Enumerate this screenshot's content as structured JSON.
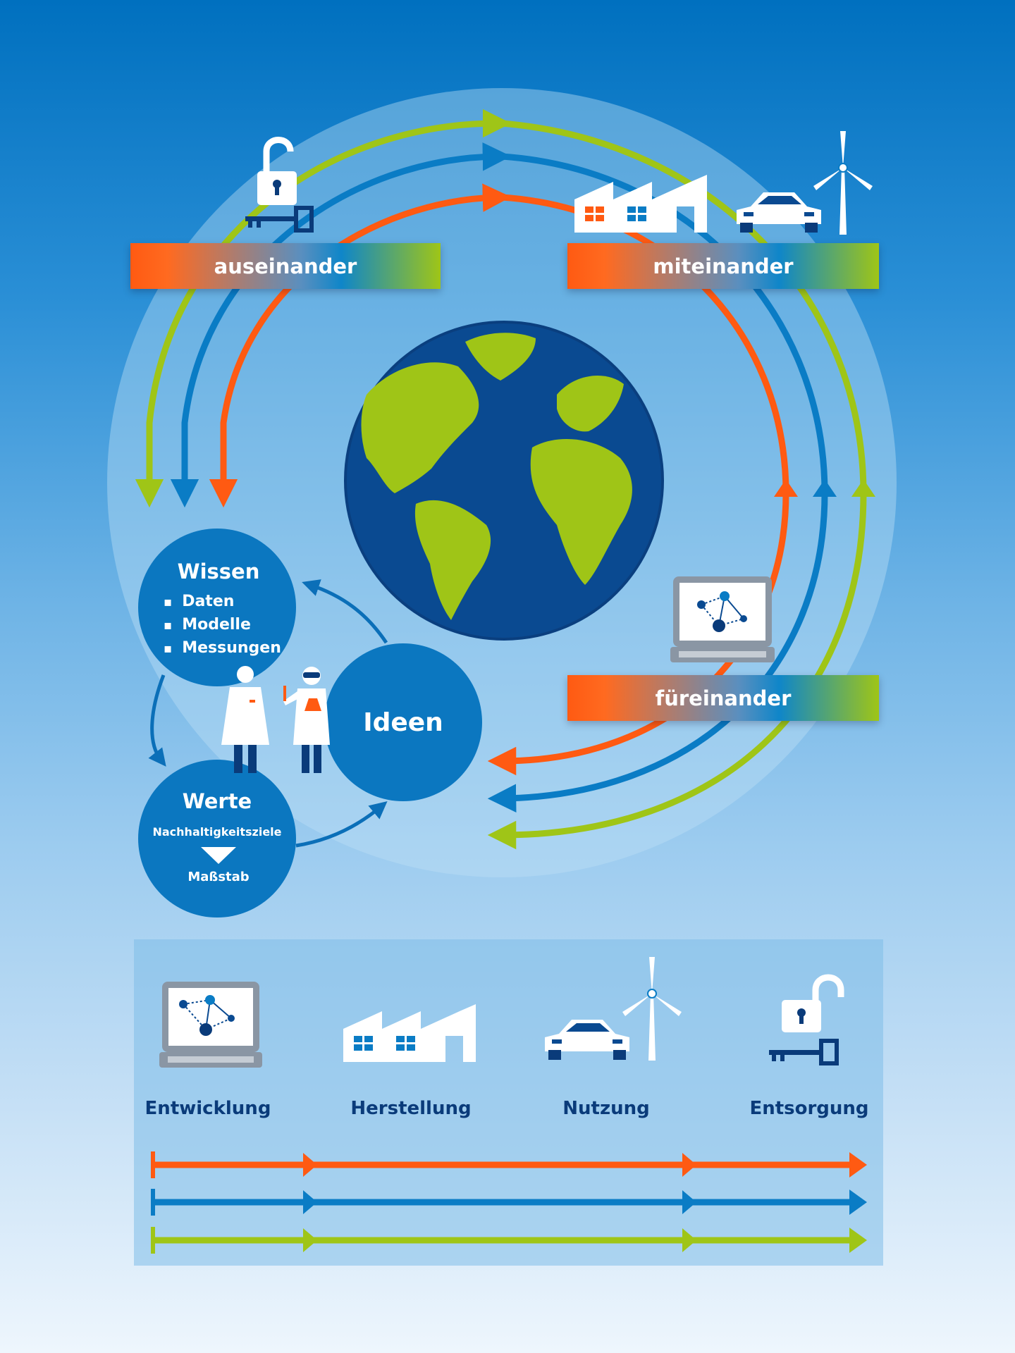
{
  "labels": {
    "auseinander": "auseinander",
    "miteinander": "miteinander",
    "fuereinander": "füreinander"
  },
  "wissen": {
    "title": "Wissen",
    "items": [
      "Daten",
      "Modelle",
      "Messungen"
    ]
  },
  "ideen": "Ideen",
  "werte": {
    "title": "Werte",
    "sub": "Nachhaltigkeitsziele",
    "scale": "Maßstab"
  },
  "stages": [
    "Entwicklung",
    "Herstellung",
    "Nutzung",
    "Entsorgung"
  ],
  "colors": {
    "orange": "#ff5a12",
    "blue": "#0a7cc5",
    "green": "#9fc517",
    "navy": "#0a4a91",
    "circle": "#0b77c0"
  }
}
